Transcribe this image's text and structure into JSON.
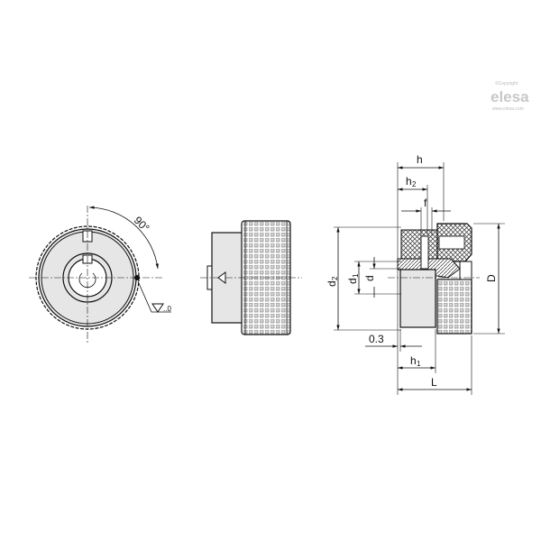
{
  "logo": {
    "copyright": "©Copyright",
    "brand": "elesa",
    "url": "www.elesa.com"
  },
  "front_view": {
    "angle_label": "90°",
    "surface_symbol": "∇",
    "surface_value": "..0"
  },
  "side_view": {
    "arrow_mark": "◁"
  },
  "section_view": {
    "dimensions": {
      "h": "h",
      "h2_base": "h",
      "h2_sub": "2",
      "f": "f",
      "d2_base": "d",
      "d2_sub": "2",
      "d1_base": "d",
      "d1_sub": "1",
      "d": "d",
      "D": "D",
      "offset": "0.3",
      "h1_base": "h",
      "h1_sub": "1",
      "L": "L"
    }
  },
  "colors": {
    "line": "#111111",
    "fill": "#e6e6e6",
    "logo": "#c8c8c8"
  }
}
